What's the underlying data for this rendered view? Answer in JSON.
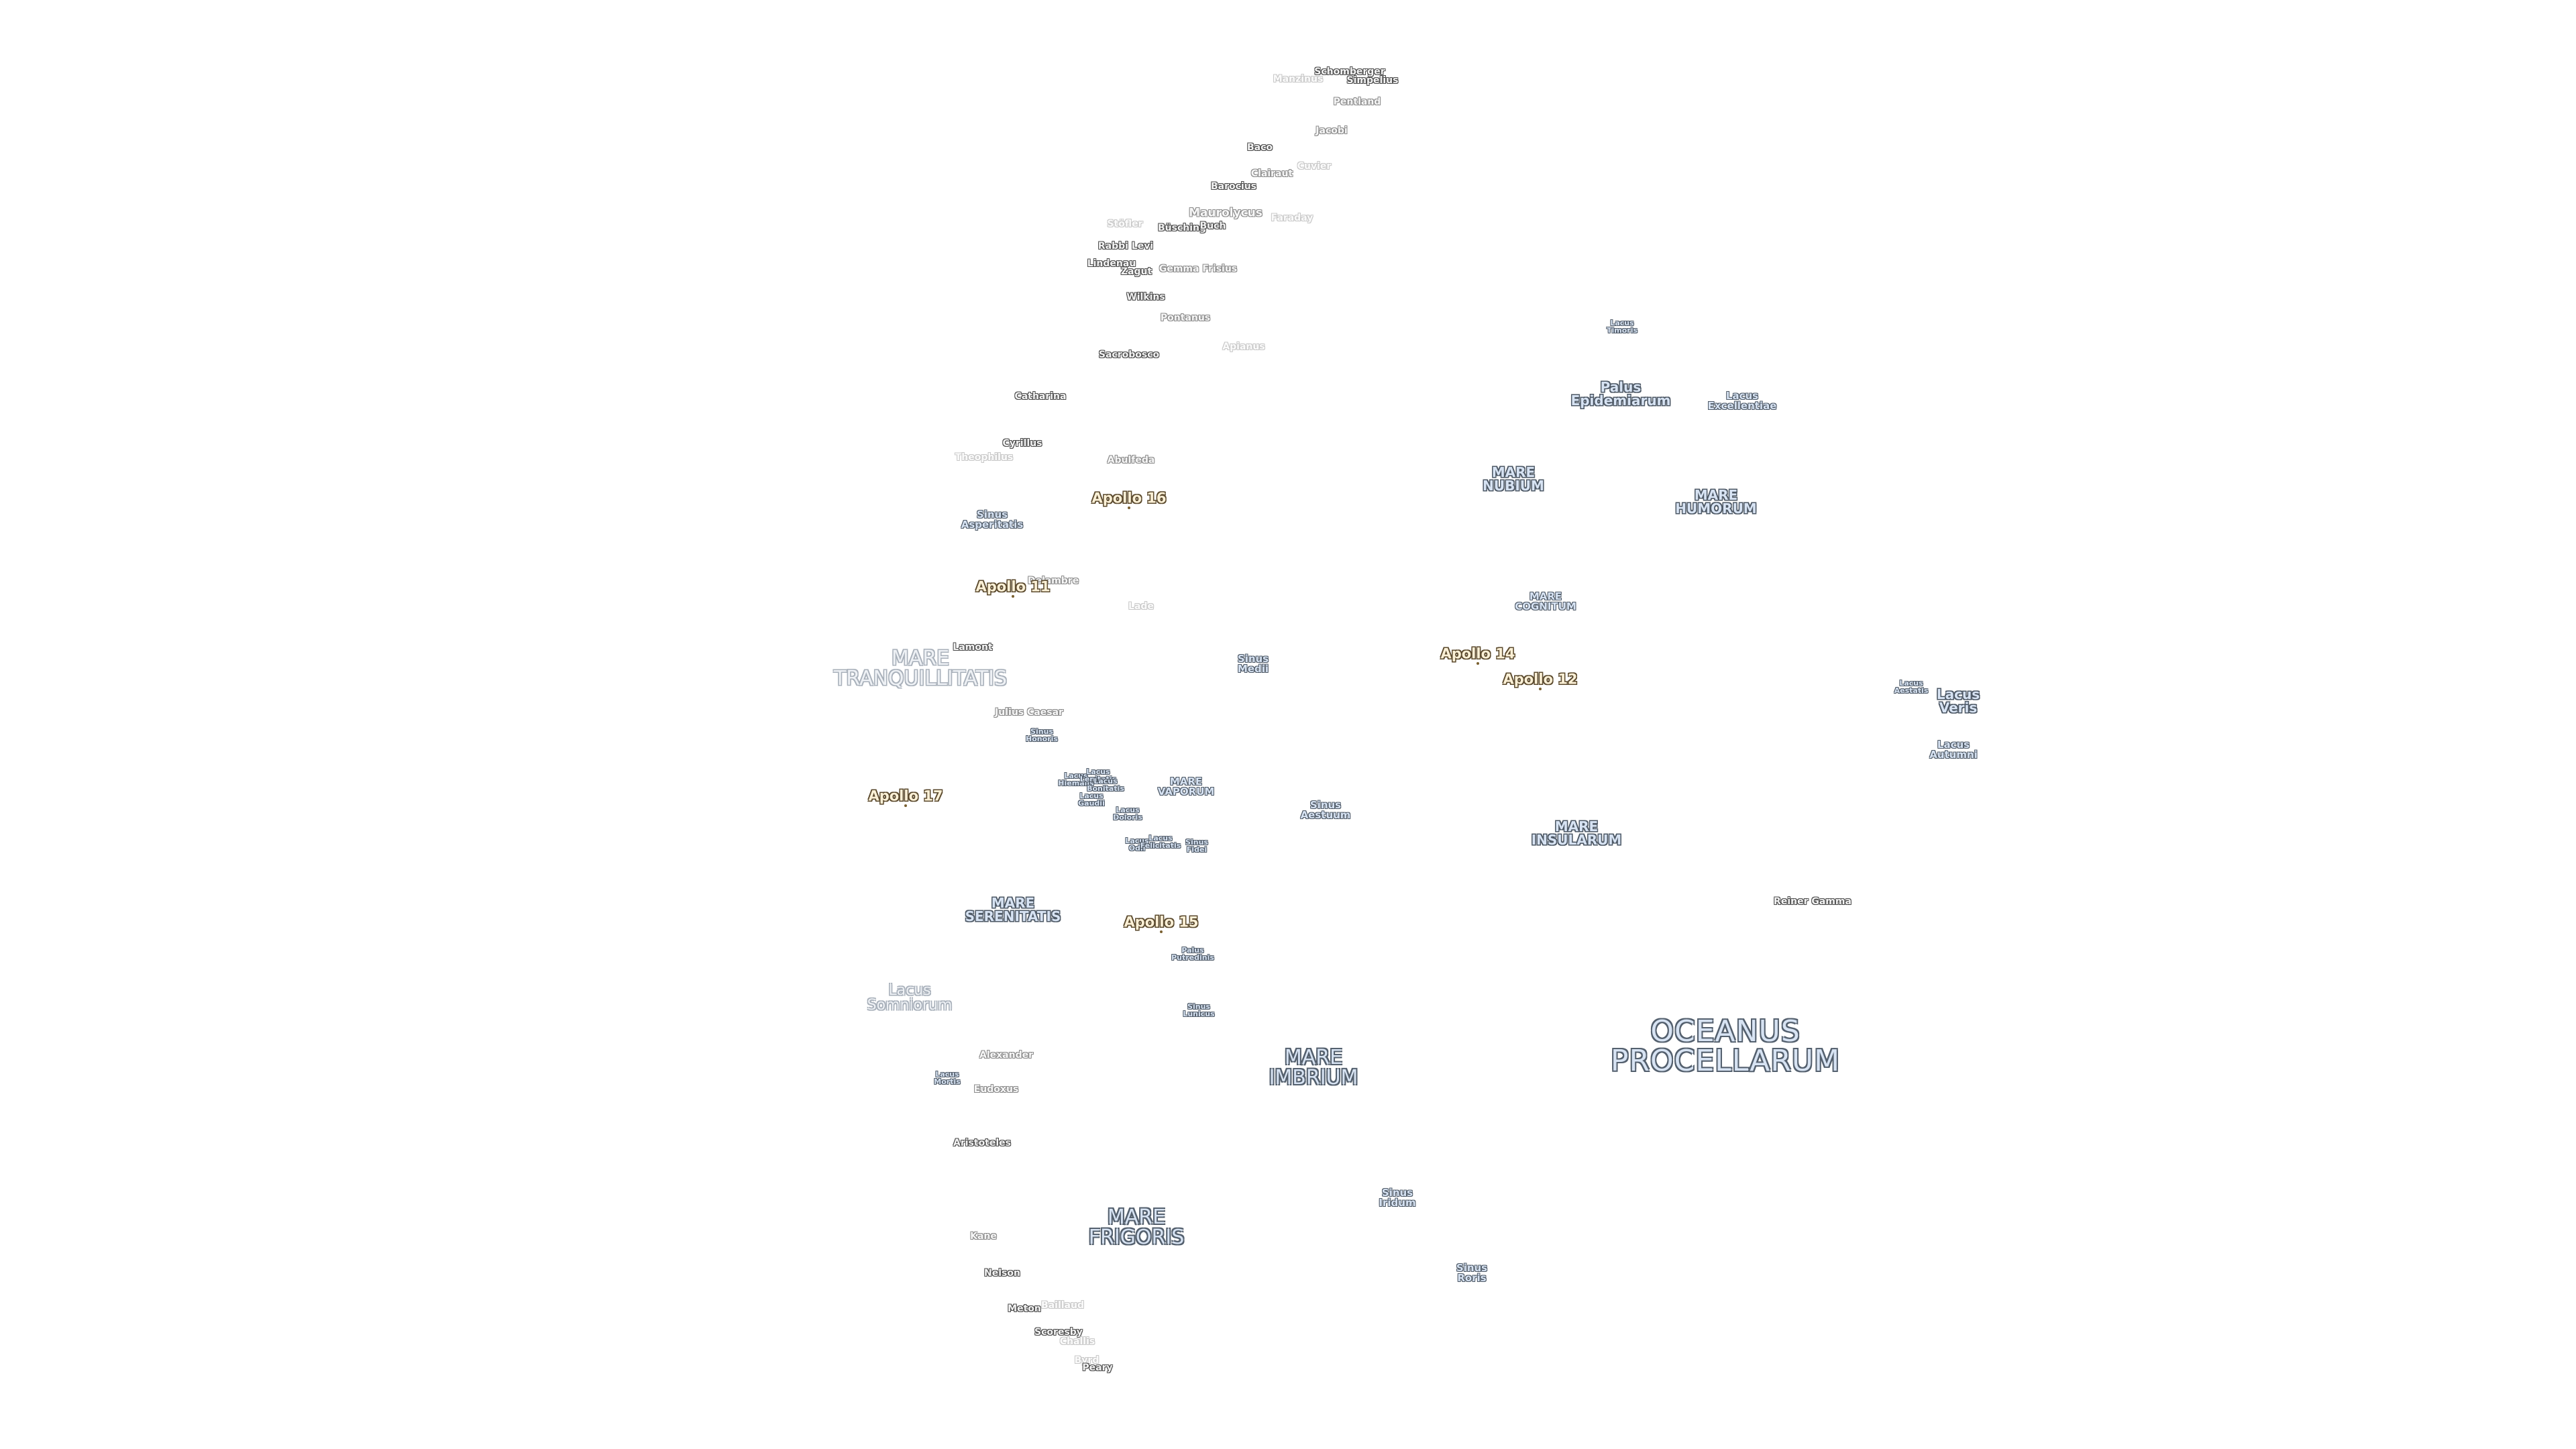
{
  "colors": {
    "background": "#ffffff",
    "sea_fill": "#d7e3f3",
    "sea_outline": "#54606e",
    "crater_outline": "#4a4a4a",
    "apollo_fill": "#fbf0d6",
    "apollo_outline": "#5b4a2e"
  },
  "seas": {
    "oceanus_procellarum": "OCEANUS\nPROCELLARUM",
    "mare_frigoris": "MARE\nFRIGORIS",
    "mare_imbrium": "MARE\nIMBRIUM",
    "mare_tranquillitatis": "MARE\nTRANQUILLITATIS",
    "mare_serenitatis": "MARE\nSERENITATIS",
    "mare_nubium": "MARE\nNUBIUM",
    "mare_humorum": "MARE\nHUMORUM",
    "mare_cognitum": "MARE\nCOGNITUM",
    "mare_insularum": "MARE\nINSULARUM",
    "mare_vaporum": "MARE\nVAPORUM",
    "lacus_somniorum": "Lacus\nSomniorum",
    "sinus_medii": "Sinus\nMedii",
    "sinus_aestuum": "Sinus\nAestuum",
    "sinus_iridum": "Sinus\nIridum",
    "sinus_roris": "Sinus\nRoris",
    "sinus_asperitatis": "Sinus\nAsperitatis",
    "sinus_honoris": "Sinus\nHonoris",
    "sinus_fidei": "Sinus\nFidei",
    "sinus_lunicus": "Sinus\nLunicus",
    "palus_epidemiarum": "Palus\nEpidemiarum",
    "palus_putredinis": "Palus\nPutredinis",
    "lacus_timoris": "Lacus\nTimoris",
    "lacus_excellentiae": "Lacus\nExcellentiae",
    "lacus_veris": "Lacus\nVeris",
    "lacus_autumni": "Lacus\nAutumni",
    "lacus_aestatis": "Lacus\nAestatis",
    "lacus_mortis": "Lacus\nMortis",
    "lacus_gaudii": "Lacus\nGaudii",
    "lacus_doloris": "Lacus\nDoloris",
    "lacus_hiemalis": "Lacus\nHiemalis",
    "lacus_lenitatis": "Lacus\nLenitatis",
    "lacus_odii": "Lacus\nOdii",
    "lacus_felicitatis": "Lacus\nFelicitatis",
    "lacus_bonitatis": "Lacus\nBonitatis"
  },
  "craters": {
    "schomberger": "Schomberger",
    "simpelius": "Simpelius",
    "manzinus": "Manzinus",
    "pentland": "Pentland",
    "jacobi": "Jacobi",
    "baco": "Baco",
    "cuvier": "Cuvier",
    "clairaut": "Clairaut",
    "barocius": "Barocius",
    "maurolycus": "Maurolycus",
    "faraday": "Faraday",
    "stoefler": "Stöfler",
    "buesching": "Büsching",
    "buch": "Buch",
    "rabbi_levi": "Rabbi Levi",
    "lindenau": "Lindenau",
    "zagut": "Zagut",
    "gemma_frisius": "Gemma Frisius",
    "wilkins": "Wilkins",
    "pontanus": "Pontanus",
    "sacrobosco": "Sacrobosco",
    "apianus": "Apianus",
    "catharina": "Catharina",
    "cyrillus": "Cyrillus",
    "theophilus": "Theophilus",
    "abulfeda": "Abulfeda",
    "delambre": "Delambre",
    "lade": "Lade",
    "lamont": "Lamont",
    "julius_caesar": "Julius Caesar",
    "reiner_gamma": "Reiner Gamma",
    "alexander": "Alexander",
    "eudoxus": "Eudoxus",
    "aristoteles": "Aristoteles",
    "kane": "Kane",
    "nelson": "Nelson",
    "meton": "Meton",
    "baillaud": "Baillaud",
    "scoresby": "Scoresby",
    "challis": "Challis",
    "byrd": "Byrd",
    "peary": "Peary"
  },
  "apollo": {
    "a11": "Apollo 11",
    "a12": "Apollo 12",
    "a14": "Apollo 14",
    "a15": "Apollo 15",
    "a16": "Apollo 16",
    "a17": "Apollo 17"
  }
}
